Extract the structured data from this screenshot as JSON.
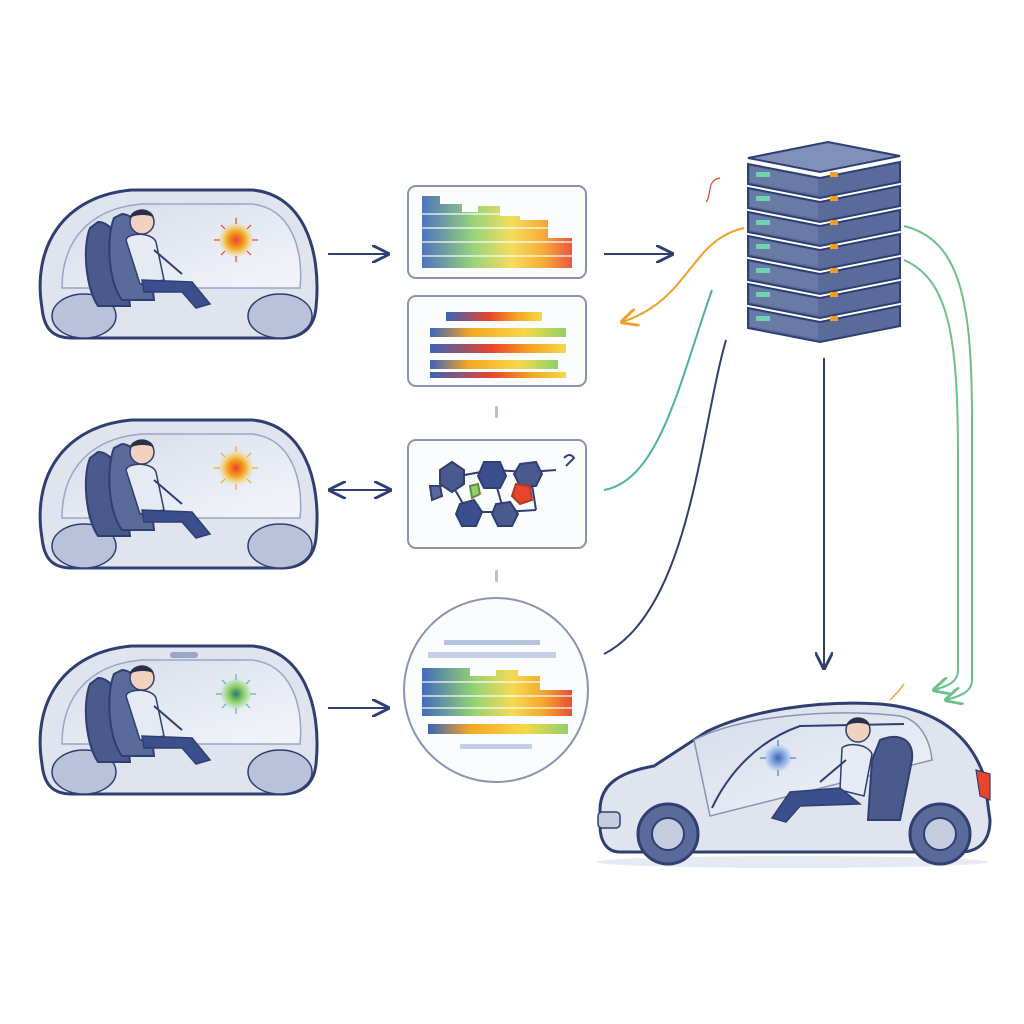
{
  "colors": {
    "outline": "#2f3f72",
    "shell": "#dfe4ee",
    "shell_light": "#eef1f7",
    "seat": "#4a5a8c",
    "arrow": "#2f3f72",
    "orange_flow": "#f0a02a",
    "green_flow": "#6cc08a",
    "teal_flow": "#4ab3a0",
    "server_body": "#5a6a9a",
    "server_top": "#8090b8",
    "server_led_green": "#6fd3b3",
    "server_led_orange": "#f0a02a",
    "heat_hot": "#e8452c",
    "heat_warm": "#f5a623",
    "heat_mid": "#f5d94a",
    "heat_cool": "#8fd16a",
    "heat_cold": "#3a64b8"
  },
  "nodes": {
    "cabins": [
      {
        "id": "cabin-1",
        "glow": "orange-sensor-icon"
      },
      {
        "id": "cabin-2",
        "glow": "orange-sensor-icon"
      },
      {
        "id": "cabin-3",
        "glow": "green-sensor-icon"
      }
    ],
    "panels": [
      {
        "id": "panel-heat-bars",
        "icon": "heatmap-chart-icon"
      },
      {
        "id": "panel-stacked-bars",
        "icon": "bar-chart-icon"
      },
      {
        "id": "panel-graph",
        "icon": "network-graph-icon"
      },
      {
        "id": "panel-circle-heatmap",
        "icon": "heatmap-chart-icon"
      }
    ],
    "server": {
      "icon": "server-rack-icon",
      "units": 7
    },
    "car": {
      "icon": "car-icon",
      "glow": "blue-sensor-icon"
    }
  }
}
